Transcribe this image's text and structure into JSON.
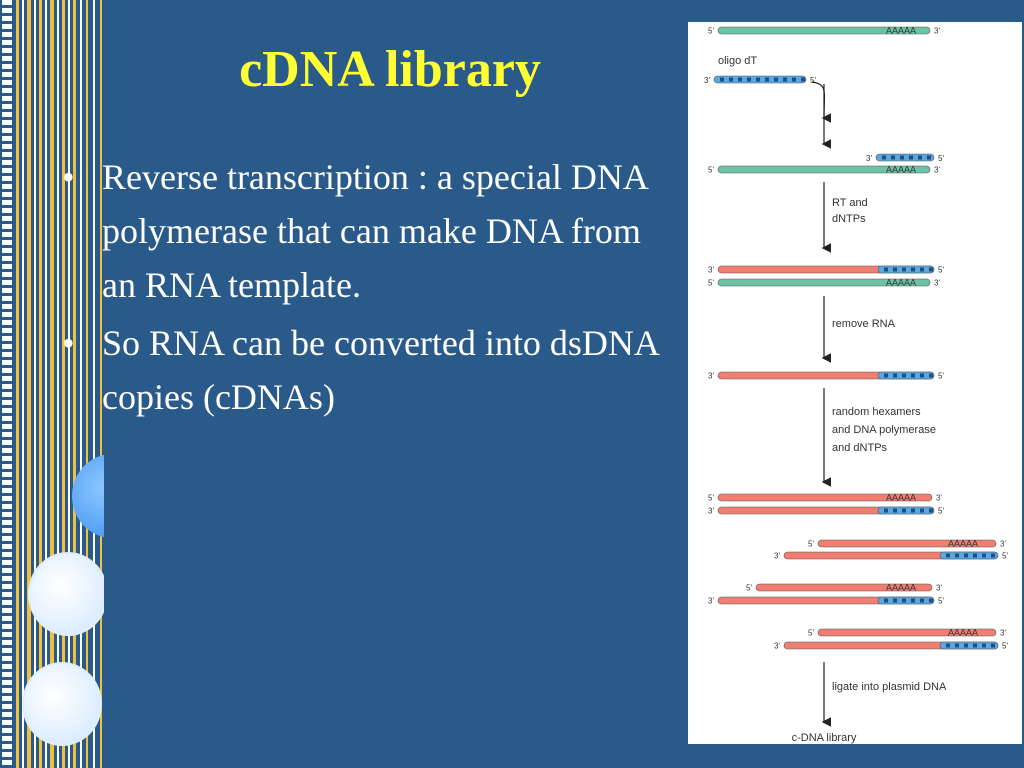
{
  "slide": {
    "title": "cDNA library",
    "bullets": [
      "Reverse transcription : a special DNA polymerase that can make DNA from an RNA template.",
      "So RNA can be converted into dsDNA copies (cDNAs)"
    ],
    "bullet_glyph": "•"
  },
  "diagram": {
    "labels": {
      "five_prime": "5'",
      "three_prime": "3'",
      "polyA": "AAAAA"
    },
    "steps": {
      "oligo_dt": "oligo dT",
      "rt_line1": "RT and",
      "rt_line2": "dNTPs",
      "remove_rna": "remove RNA",
      "hex_line1": "random hexamers",
      "hex_line2": "and DNA polymerase",
      "hex_line3": "and dNTPs",
      "ligate": "ligate into plasmid DNA",
      "result": "c-DNA library"
    }
  },
  "colors": {
    "background": "#2a5a8a",
    "title": "#ffff33",
    "mrna_strand": "#6cc3a8",
    "dna_strand": "#f07f72",
    "oligo_dt": "#5aa8e0"
  }
}
